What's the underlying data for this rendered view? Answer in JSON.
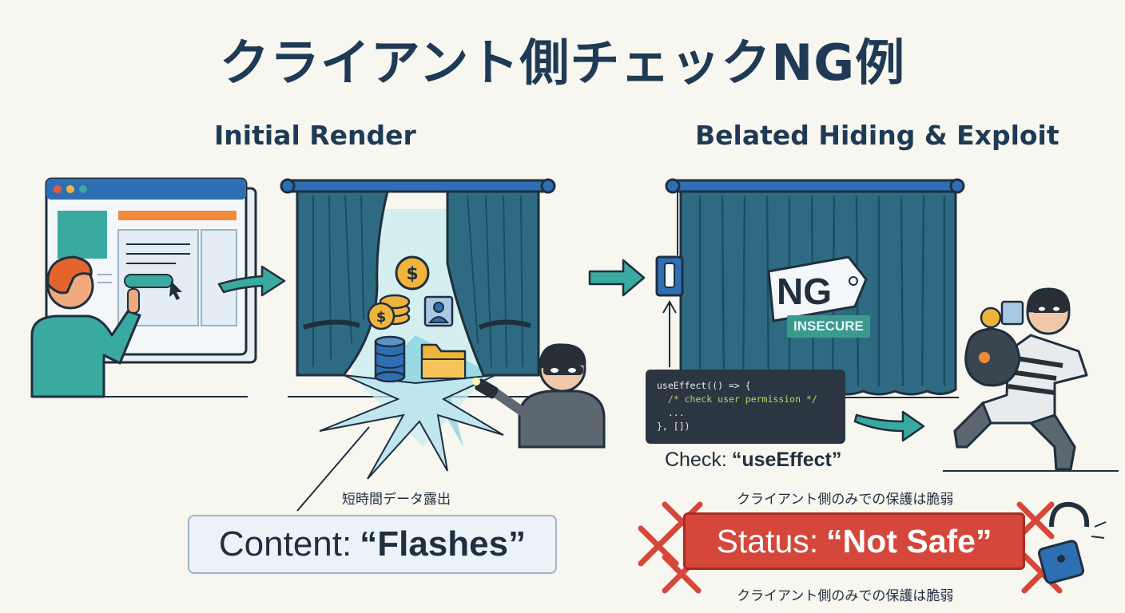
{
  "title": "クライアント側チェックNG例",
  "panels": {
    "left_heading": "Initial Render",
    "right_heading": "Belated Hiding & Exploit"
  },
  "left": {
    "exposure_caption": "短時間データ露出",
    "content_label": "Content:",
    "content_value": "“Flashes”"
  },
  "right": {
    "ng_label": "NG",
    "insecure_label": "INSECURE",
    "code_lines": [
      "useEffect(() => {",
      "  /* check user permission */",
      "  ...",
      "}, [])"
    ],
    "check_label": "Check:",
    "check_value": "“useEffect”",
    "vulnerable_caption": "クライアント側のみでの保護は脆弱",
    "status_label": "Status:",
    "status_value": "“Not Safe”"
  },
  "colors": {
    "curtain": "#2e6b82",
    "teal": "#3aa9a0",
    "danger": "#d4473a",
    "gold": "#f1b43a",
    "background": "#f7f6ef"
  }
}
